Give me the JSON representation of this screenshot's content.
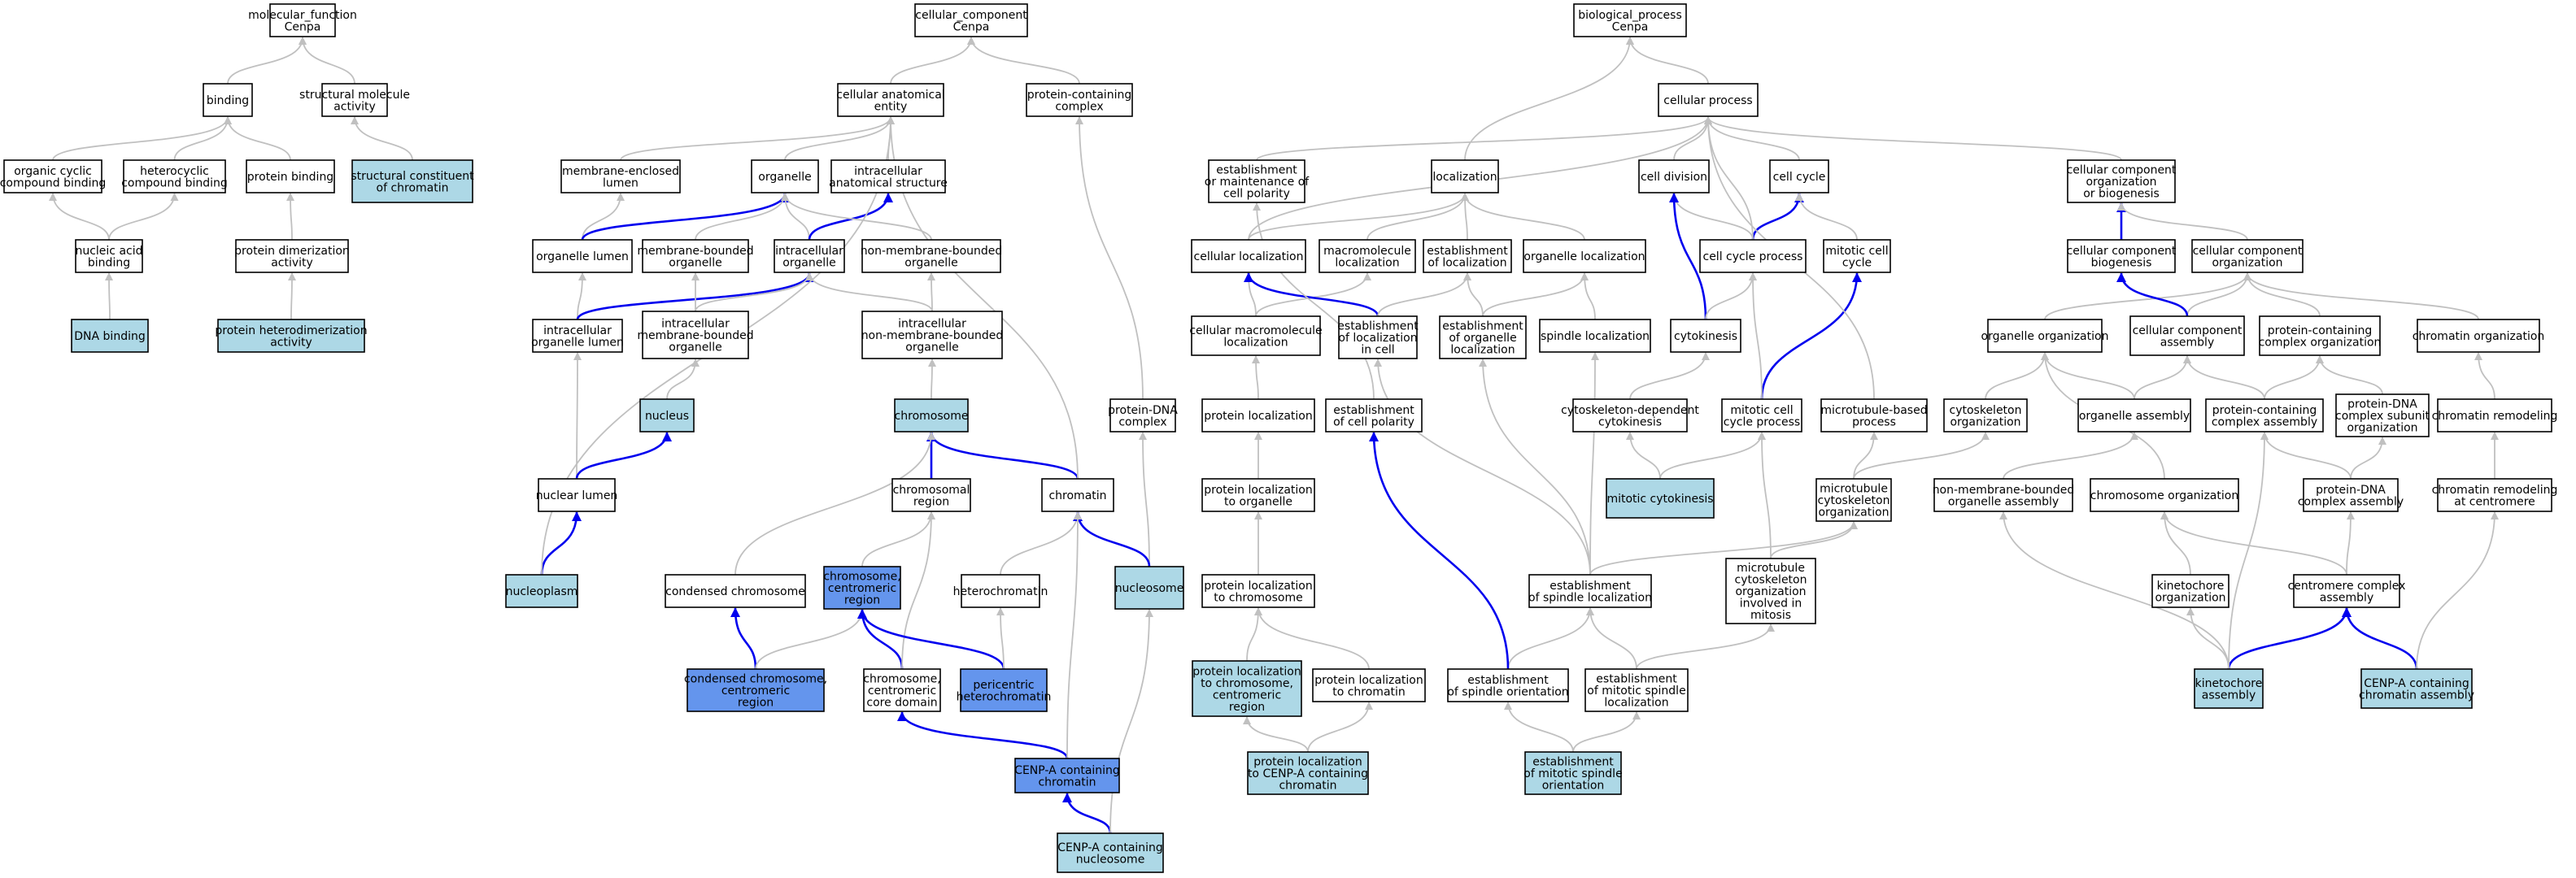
{
  "colors": {
    "plain": "#ffffff",
    "light": "#add8e6",
    "dark": "#6495ed",
    "edge_gray": "#c0c0c0",
    "edge_blue": "#0000ee"
  },
  "nodes": {
    "mf": {
      "lines": [
        "molecular_function",
        "Cenpa"
      ],
      "fill": "plain"
    },
    "binding": {
      "lines": [
        "binding"
      ],
      "fill": "plain"
    },
    "sma": {
      "lines": [
        "structural molecule",
        "activity"
      ],
      "fill": "plain"
    },
    "occb": {
      "lines": [
        "organic cyclic",
        "compound binding"
      ],
      "fill": "plain"
    },
    "hcb": {
      "lines": [
        "heterocyclic",
        "compound binding"
      ],
      "fill": "plain"
    },
    "pb": {
      "lines": [
        "protein binding"
      ],
      "fill": "plain"
    },
    "scc": {
      "lines": [
        "structural constituent",
        "of chromatin"
      ],
      "fill": "light"
    },
    "nab": {
      "lines": [
        "nucleic acid",
        "binding"
      ],
      "fill": "plain"
    },
    "pda": {
      "lines": [
        "protein dimerization",
        "activity"
      ],
      "fill": "plain"
    },
    "dnab": {
      "lines": [
        "DNA binding"
      ],
      "fill": "light"
    },
    "phda": {
      "lines": [
        "protein heterodimerization",
        "activity"
      ],
      "fill": "light"
    },
    "cc": {
      "lines": [
        "cellular_component",
        "Cenpa"
      ],
      "fill": "plain"
    },
    "cae": {
      "lines": [
        "cellular anatomical",
        "entity"
      ],
      "fill": "plain"
    },
    "pcc": {
      "lines": [
        "protein-containing",
        "complex"
      ],
      "fill": "plain"
    },
    "mel": {
      "lines": [
        "membrane-enclosed",
        "lumen"
      ],
      "fill": "plain"
    },
    "org": {
      "lines": [
        "organelle"
      ],
      "fill": "plain"
    },
    "ias": {
      "lines": [
        "intracellular",
        "anatomical structure"
      ],
      "fill": "plain"
    },
    "ol": {
      "lines": [
        "organelle lumen"
      ],
      "fill": "plain"
    },
    "mbo": {
      "lines": [
        "membrane-bounded",
        "organelle"
      ],
      "fill": "plain"
    },
    "io": {
      "lines": [
        "intracellular",
        "organelle"
      ],
      "fill": "plain"
    },
    "nmbo": {
      "lines": [
        "non-membrane-bounded",
        "organelle"
      ],
      "fill": "plain"
    },
    "iol": {
      "lines": [
        "intracellular",
        "organelle lumen"
      ],
      "fill": "plain"
    },
    "imbo": {
      "lines": [
        "intracellular",
        "membrane-bounded",
        "organelle"
      ],
      "fill": "plain"
    },
    "inmbo": {
      "lines": [
        "intracellular",
        "non-membrane-bounded",
        "organelle"
      ],
      "fill": "plain"
    },
    "nucleus": {
      "lines": [
        "nucleus"
      ],
      "fill": "light"
    },
    "chromosome": {
      "lines": [
        "chromosome"
      ],
      "fill": "light"
    },
    "pdnac": {
      "lines": [
        "protein-DNA",
        "complex"
      ],
      "fill": "plain"
    },
    "nl": {
      "lines": [
        "nuclear lumen"
      ],
      "fill": "plain"
    },
    "cr": {
      "lines": [
        "chromosomal",
        "region"
      ],
      "fill": "plain"
    },
    "chromatin": {
      "lines": [
        "chromatin"
      ],
      "fill": "plain"
    },
    "np": {
      "lines": [
        "nucleoplasm"
      ],
      "fill": "light"
    },
    "condchr": {
      "lines": [
        "condensed chromosome"
      ],
      "fill": "plain"
    },
    "ccr": {
      "lines": [
        "chromosome,",
        "centromeric",
        "region"
      ],
      "fill": "dark"
    },
    "hetchr": {
      "lines": [
        "heterochromatin"
      ],
      "fill": "plain"
    },
    "nucleosome": {
      "lines": [
        "nucleosome"
      ],
      "fill": "light"
    },
    "cccr": {
      "lines": [
        "condensed chromosome,",
        "centromeric",
        "region"
      ],
      "fill": "dark"
    },
    "cccd": {
      "lines": [
        "chromosome,",
        "centromeric",
        "core domain"
      ],
      "fill": "plain"
    },
    "phc": {
      "lines": [
        "pericentric",
        "heterochromatin"
      ],
      "fill": "dark"
    },
    "cenpachr": {
      "lines": [
        "CENP-A containing",
        "chromatin"
      ],
      "fill": "dark"
    },
    "cenpanuc": {
      "lines": [
        "CENP-A containing",
        "nucleosome"
      ],
      "fill": "light"
    },
    "bp": {
      "lines": [
        "biological_process",
        "Cenpa"
      ],
      "fill": "plain"
    },
    "cp": {
      "lines": [
        "cellular process"
      ],
      "fill": "plain"
    },
    "emcp": {
      "lines": [
        "establishment",
        "or maintenance of",
        "cell polarity"
      ],
      "fill": "plain"
    },
    "loc": {
      "lines": [
        "localization"
      ],
      "fill": "plain"
    },
    "cdiv": {
      "lines": [
        "cell division"
      ],
      "fill": "plain"
    },
    "ccyc": {
      "lines": [
        "cell cycle"
      ],
      "fill": "plain"
    },
    "ccob": {
      "lines": [
        "cellular component",
        "organization",
        "or biogenesis"
      ],
      "fill": "plain"
    },
    "cloc": {
      "lines": [
        "cellular localization"
      ],
      "fill": "plain"
    },
    "mmloc": {
      "lines": [
        "macromolecule",
        "localization"
      ],
      "fill": "plain"
    },
    "eoloc": {
      "lines": [
        "establishment",
        "of localization"
      ],
      "fill": "plain"
    },
    "orgloc": {
      "lines": [
        "organelle localization"
      ],
      "fill": "plain"
    },
    "ccp": {
      "lines": [
        "cell cycle process"
      ],
      "fill": "plain"
    },
    "mcc": {
      "lines": [
        "mitotic cell",
        "cycle"
      ],
      "fill": "plain"
    },
    "ccb": {
      "lines": [
        "cellular component",
        "biogenesis"
      ],
      "fill": "plain"
    },
    "cco": {
      "lines": [
        "cellular component",
        "organization"
      ],
      "fill": "plain"
    },
    "cmmloc": {
      "lines": [
        "cellular macromolecule",
        "localization"
      ],
      "fill": "plain"
    },
    "elic": {
      "lines": [
        "establishment",
        "of localization",
        "in cell"
      ],
      "fill": "plain"
    },
    "eool": {
      "lines": [
        "establishment",
        "of organelle",
        "localization"
      ],
      "fill": "plain"
    },
    "sploc": {
      "lines": [
        "spindle localization"
      ],
      "fill": "plain"
    },
    "cytok": {
      "lines": [
        "cytokinesis"
      ],
      "fill": "plain"
    },
    "oo": {
      "lines": [
        "organelle organization"
      ],
      "fill": "plain"
    },
    "cca": {
      "lines": [
        "cellular component",
        "assembly"
      ],
      "fill": "plain"
    },
    "pcco": {
      "lines": [
        "protein-containing",
        "complex organization"
      ],
      "fill": "plain"
    },
    "chro": {
      "lines": [
        "chromatin organization"
      ],
      "fill": "plain"
    },
    "ploc": {
      "lines": [
        "protein localization"
      ],
      "fill": "plain"
    },
    "ecp": {
      "lines": [
        "establishment",
        "of cell polarity"
      ],
      "fill": "plain"
    },
    "cdc": {
      "lines": [
        "cytoskeleton-dependent",
        "cytokinesis"
      ],
      "fill": "plain"
    },
    "mccp": {
      "lines": [
        "mitotic cell",
        "cycle process"
      ],
      "fill": "plain"
    },
    "mtbp": {
      "lines": [
        "microtubule-based",
        "process"
      ],
      "fill": "plain"
    },
    "cyto": {
      "lines": [
        "cytoskeleton",
        "organization"
      ],
      "fill": "plain"
    },
    "oa": {
      "lines": [
        "organelle assembly"
      ],
      "fill": "plain"
    },
    "pcca": {
      "lines": [
        "protein-containing",
        "complex assembly"
      ],
      "fill": "plain"
    },
    "pdcso": {
      "lines": [
        "protein-DNA",
        "complex subunit",
        "organization"
      ],
      "fill": "plain"
    },
    "chrrem": {
      "lines": [
        "chromatin remodeling"
      ],
      "fill": "plain"
    },
    "plo": {
      "lines": [
        "protein localization",
        "to organelle"
      ],
      "fill": "plain"
    },
    "mcytok": {
      "lines": [
        "mitotic cytokinesis"
      ],
      "fill": "light"
    },
    "mco": {
      "lines": [
        "microtubule",
        "cytoskeleton",
        "organization"
      ],
      "fill": "plain"
    },
    "nmboa": {
      "lines": [
        "non-membrane-bounded",
        "organelle assembly"
      ],
      "fill": "plain"
    },
    "chromo": {
      "lines": [
        "chromosome organization"
      ],
      "fill": "plain"
    },
    "pdnaca": {
      "lines": [
        "protein-DNA",
        "complex assembly"
      ],
      "fill": "plain"
    },
    "crac": {
      "lines": [
        "chromatin remodeling",
        "at centromere"
      ],
      "fill": "plain"
    },
    "pltc": {
      "lines": [
        "protein localization",
        "to chromosome"
      ],
      "fill": "plain"
    },
    "esl": {
      "lines": [
        "establishment",
        "of spindle localization"
      ],
      "fill": "plain"
    },
    "mcoim": {
      "lines": [
        "microtubule",
        "cytoskeleton",
        "organization",
        "involved in",
        "mitosis"
      ],
      "fill": "plain"
    },
    "ko": {
      "lines": [
        "kinetochore",
        "organization"
      ],
      "fill": "plain"
    },
    "cca2": {
      "lines": [
        "centromere complex",
        "assembly"
      ],
      "fill": "plain"
    },
    "pltccr": {
      "lines": [
        "protein localization",
        "to chromosome,",
        "centromeric",
        "region"
      ],
      "fill": "light"
    },
    "pltchr": {
      "lines": [
        "protein localization",
        "to chromatin"
      ],
      "fill": "plain"
    },
    "eso": {
      "lines": [
        "establishment",
        "of spindle orientation"
      ],
      "fill": "plain"
    },
    "emsl": {
      "lines": [
        "establishment",
        "of mitotic spindle",
        "localization"
      ],
      "fill": "plain"
    },
    "ka": {
      "lines": [
        "kinetochore",
        "assembly"
      ],
      "fill": "light"
    },
    "cenpaca": {
      "lines": [
        "CENP-A containing",
        "chromatin assembly"
      ],
      "fill": "light"
    },
    "pltcenpa": {
      "lines": [
        "protein localization",
        "to CENP-A containing",
        "chromatin"
      ],
      "fill": "light"
    },
    "emso": {
      "lines": [
        "establishment",
        "of mitotic spindle",
        "orientation"
      ],
      "fill": "light"
    }
  },
  "edges": [
    [
      "binding",
      "mf",
      "g"
    ],
    [
      "sma",
      "mf",
      "g"
    ],
    [
      "occb",
      "binding",
      "g"
    ],
    [
      "hcb",
      "binding",
      "g"
    ],
    [
      "pb",
      "binding",
      "g"
    ],
    [
      "scc",
      "sma",
      "g"
    ],
    [
      "nab",
      "occb",
      "g"
    ],
    [
      "nab",
      "hcb",
      "g"
    ],
    [
      "pda",
      "pb",
      "g"
    ],
    [
      "dnab",
      "nab",
      "g"
    ],
    [
      "phda",
      "pda",
      "g"
    ],
    [
      "cae",
      "cc",
      "g"
    ],
    [
      "pcc",
      "cc",
      "g"
    ],
    [
      "mel",
      "cae",
      "g"
    ],
    [
      "org",
      "cae",
      "g"
    ],
    [
      "ias",
      "cae",
      "g"
    ],
    [
      "ol",
      "mel",
      "g"
    ],
    [
      "ol",
      "org",
      "b"
    ],
    [
      "mbo",
      "org",
      "g"
    ],
    [
      "io",
      "org",
      "g"
    ],
    [
      "io",
      "ias",
      "b"
    ],
    [
      "nmbo",
      "org",
      "g"
    ],
    [
      "iol",
      "ol",
      "g"
    ],
    [
      "iol",
      "io",
      "b"
    ],
    [
      "imbo",
      "mbo",
      "g"
    ],
    [
      "imbo",
      "io",
      "g"
    ],
    [
      "inmbo",
      "io",
      "g"
    ],
    [
      "inmbo",
      "nmbo",
      "g"
    ],
    [
      "nucleus",
      "imbo",
      "g"
    ],
    [
      "chromosome",
      "inmbo",
      "g"
    ],
    [
      "nl",
      "iol",
      "g"
    ],
    [
      "nl",
      "nucleus",
      "b"
    ],
    [
      "cr",
      "chromosome",
      "b"
    ],
    [
      "chromatin",
      "chromosome",
      "b"
    ],
    [
      "np",
      "nl",
      "b"
    ],
    [
      "condchr",
      "chromosome",
      "g"
    ],
    [
      "ccr",
      "cr",
      "g"
    ],
    [
      "hetchr",
      "chromatin",
      "g"
    ],
    [
      "nucleosome",
      "pdnac",
      "g"
    ],
    [
      "nucleosome",
      "chromatin",
      "b"
    ],
    [
      "cccr",
      "condchr",
      "b"
    ],
    [
      "cccr",
      "ccr",
      "g"
    ],
    [
      "cccd",
      "ccr",
      "b"
    ],
    [
      "cccd",
      "cr",
      "g"
    ],
    [
      "phc",
      "ccr",
      "b"
    ],
    [
      "phc",
      "hetchr",
      "g"
    ],
    [
      "cenpachr",
      "cccd",
      "b"
    ],
    [
      "cenpachr",
      "chromatin",
      "g"
    ],
    [
      "cenpanuc",
      "cenpachr",
      "b"
    ],
    [
      "cenpanuc",
      "nucleosome",
      "g"
    ],
    [
      "pdnac",
      "pcc",
      "g"
    ],
    [
      "np",
      "cae",
      "g"
    ],
    [
      "chromatin",
      "cae",
      "g"
    ],
    [
      "cp",
      "bp",
      "g"
    ],
    [
      "loc",
      "bp",
      "g"
    ],
    [
      "emcp",
      "cp",
      "g"
    ],
    [
      "cdiv",
      "cp",
      "g"
    ],
    [
      "ccyc",
      "cp",
      "g"
    ],
    [
      "ccob",
      "cp",
      "g"
    ],
    [
      "cloc",
      "loc",
      "g"
    ],
    [
      "mmloc",
      "loc",
      "g"
    ],
    [
      "eoloc",
      "loc",
      "g"
    ],
    [
      "orgloc",
      "loc",
      "g"
    ],
    [
      "cloc",
      "cp",
      "g"
    ],
    [
      "ccp",
      "cdiv",
      "g"
    ],
    [
      "ccp",
      "ccyc",
      "b"
    ],
    [
      "ccp",
      "cp",
      "g"
    ],
    [
      "mcc",
      "ccyc",
      "g"
    ],
    [
      "ccb",
      "ccob",
      "b"
    ],
    [
      "cco",
      "ccob",
      "g"
    ],
    [
      "cmmloc",
      "cloc",
      "g"
    ],
    [
      "cmmloc",
      "mmloc",
      "g"
    ],
    [
      "elic",
      "cloc",
      "b"
    ],
    [
      "elic",
      "eoloc",
      "g"
    ],
    [
      "eool",
      "eoloc",
      "g"
    ],
    [
      "eool",
      "orgloc",
      "g"
    ],
    [
      "sploc",
      "orgloc",
      "g"
    ],
    [
      "cytok",
      "cdiv",
      "b"
    ],
    [
      "cytok",
      "ccp",
      "g"
    ],
    [
      "oo",
      "cco",
      "g"
    ],
    [
      "cca",
      "cco",
      "g"
    ],
    [
      "cca",
      "ccb",
      "b"
    ],
    [
      "pcco",
      "cco",
      "g"
    ],
    [
      "chro",
      "cco",
      "g"
    ],
    [
      "ploc",
      "cmmloc",
      "g"
    ],
    [
      "ecp",
      "emcp",
      "g"
    ],
    [
      "cdc",
      "cytok",
      "g"
    ],
    [
      "mccp",
      "mcc",
      "b"
    ],
    [
      "mccp",
      "ccp",
      "g"
    ],
    [
      "mtbp",
      "cp",
      "g"
    ],
    [
      "cyto",
      "oo",
      "g"
    ],
    [
      "oa",
      "oo",
      "g"
    ],
    [
      "oa",
      "cca",
      "g"
    ],
    [
      "pcca",
      "pcco",
      "g"
    ],
    [
      "pcca",
      "cca",
      "g"
    ],
    [
      "pdcso",
      "pcco",
      "g"
    ],
    [
      "chrrem",
      "chro",
      "g"
    ],
    [
      "plo",
      "ploc",
      "g"
    ],
    [
      "mcytok",
      "cdc",
      "g"
    ],
    [
      "mcytok",
      "mccp",
      "g"
    ],
    [
      "mco",
      "cyto",
      "g"
    ],
    [
      "mco",
      "mtbp",
      "g"
    ],
    [
      "nmboa",
      "oa",
      "g"
    ],
    [
      "chromo",
      "oo",
      "g"
    ],
    [
      "pdnaca",
      "pcca",
      "g"
    ],
    [
      "pdnaca",
      "pdcso",
      "g"
    ],
    [
      "crac",
      "chrrem",
      "g"
    ],
    [
      "pltc",
      "plo",
      "g"
    ],
    [
      "esl",
      "eool",
      "g"
    ],
    [
      "esl",
      "sploc",
      "g"
    ],
    [
      "esl",
      "mco",
      "g"
    ],
    [
      "esl",
      "elic",
      "g"
    ],
    [
      "mcoim",
      "mco",
      "g"
    ],
    [
      "mcoim",
      "mccp",
      "g"
    ],
    [
      "ko",
      "chromo",
      "g"
    ],
    [
      "cca2",
      "pdnaca",
      "g"
    ],
    [
      "cca2",
      "chromo",
      "g"
    ],
    [
      "pltccr",
      "pltc",
      "g"
    ],
    [
      "pltchr",
      "pltc",
      "g"
    ],
    [
      "eso",
      "esl",
      "g"
    ],
    [
      "eso",
      "ecp",
      "b"
    ],
    [
      "emsl",
      "esl",
      "g"
    ],
    [
      "emsl",
      "mcoim",
      "g"
    ],
    [
      "ka",
      "ko",
      "g"
    ],
    [
      "ka",
      "cca2",
      "b"
    ],
    [
      "ka",
      "nmboa",
      "g"
    ],
    [
      "ka",
      "pcca",
      "g"
    ],
    [
      "cenpaca",
      "cca2",
      "b"
    ],
    [
      "cenpaca",
      "crac",
      "g"
    ],
    [
      "pltcenpa",
      "pltccr",
      "g"
    ],
    [
      "pltcenpa",
      "pltchr",
      "g"
    ],
    [
      "emso",
      "eso",
      "g"
    ],
    [
      "emso",
      "emsl",
      "g"
    ]
  ]
}
